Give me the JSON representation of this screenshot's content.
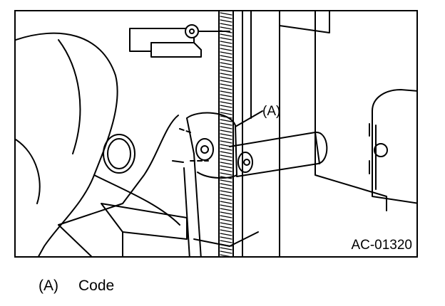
{
  "figure": {
    "reference_code": "AC-01320",
    "callout": "(A)"
  },
  "legend": {
    "items": [
      {
        "key": "(A)",
        "text": "Code"
      }
    ]
  },
  "colors": {
    "line": "#000000",
    "background": "#ffffff"
  }
}
